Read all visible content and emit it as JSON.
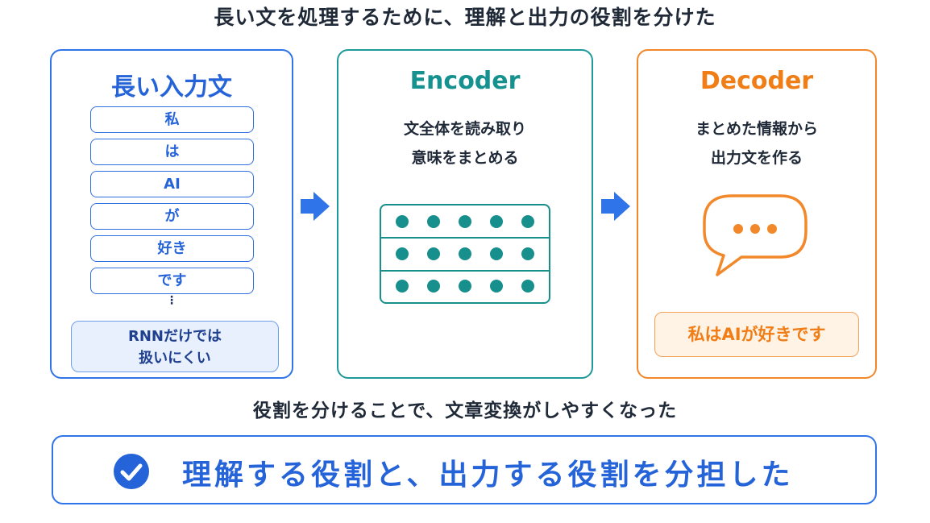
{
  "title": "長い文を処理するために、理解と出力の役割を分けた",
  "input_panel": {
    "title": "長い入力文",
    "tokens": [
      "私",
      "は",
      "AI",
      "が",
      "好き",
      "です"
    ],
    "ellipsis": "⋮",
    "note_line1": "RNNだけでは",
    "note_line2": "扱いにくい"
  },
  "encoder_panel": {
    "title": "Encoder",
    "desc_line1": "文全体を読み取り",
    "desc_line2": "意味をまとめる"
  },
  "decoder_panel": {
    "title": "Decoder",
    "desc_line1": "まとめた情報から",
    "desc_line2": "出力文を作る",
    "output": "私はAIが好きです"
  },
  "subtitle": "役割を分けることで、文章変換がしやすくなった",
  "banner": {
    "text": "理解する役割と、出力する役割を分担した",
    "icon": "check-circle-icon"
  },
  "colors": {
    "blue": "#2563d9",
    "teal": "#15918f",
    "orange": "#f07d15"
  }
}
